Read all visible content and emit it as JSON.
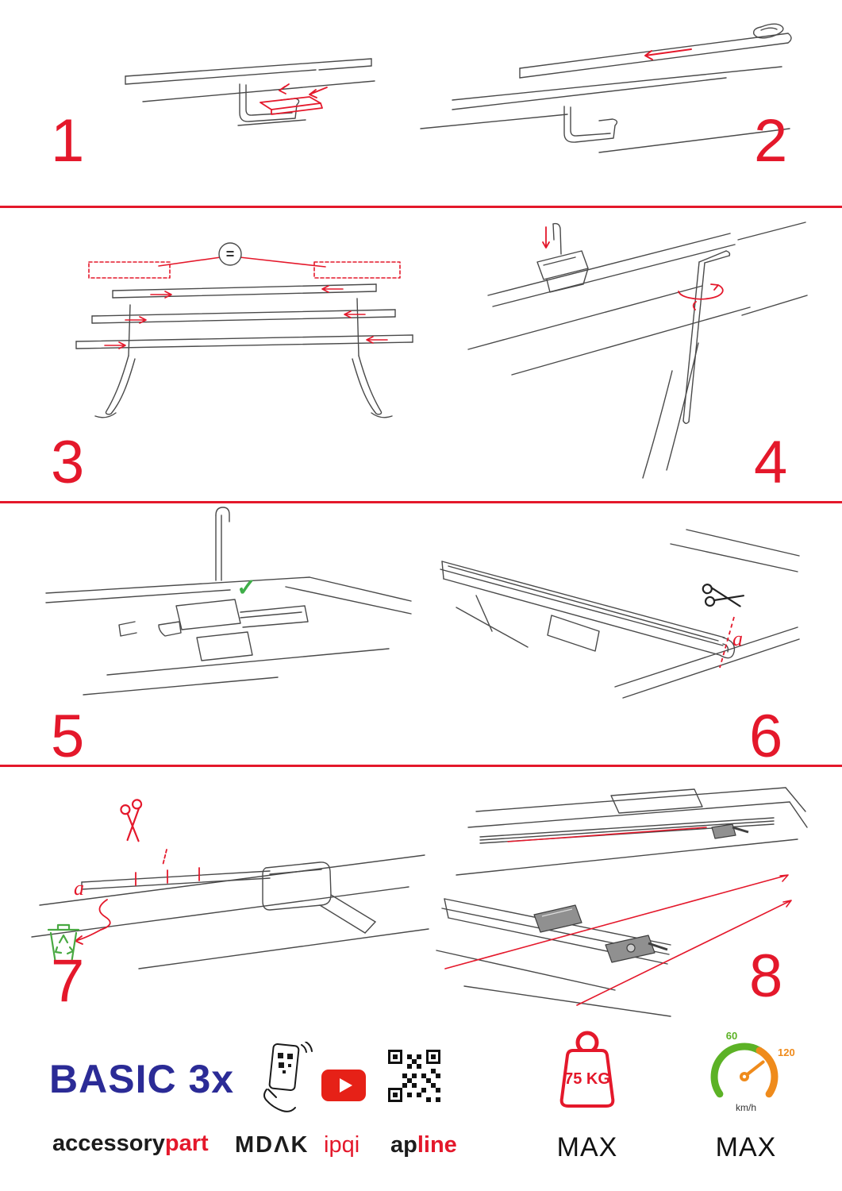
{
  "colors": {
    "accent_red": "#e4182b",
    "line_ink": "#4a4a4a",
    "brand_navy": "#2b2b96",
    "check_green": "#3fae49",
    "recycle_green": "#49a942",
    "gauge_green": "#5cb226",
    "gauge_orange": "#ef8b1c",
    "youtube_red": "#e62117"
  },
  "icons": [
    "scissors-icon",
    "check-icon",
    "recycle-bin-icon",
    "equal-spacing-badge",
    "phone-qr-icon",
    "youtube-icon",
    "qr-code-icon",
    "weight-max-icon",
    "speedometer-icon"
  ],
  "steps": [
    {
      "number": "1"
    },
    {
      "number": "2"
    },
    {
      "number": "3",
      "equal_sign": "="
    },
    {
      "number": "4"
    },
    {
      "number": "5",
      "check_mark": "✓"
    },
    {
      "number": "6",
      "cut_label": "a"
    },
    {
      "number": "7",
      "cut_label": "a"
    },
    {
      "number": "8"
    }
  ],
  "footer": {
    "product_name": "BASIC 3x",
    "brand": {
      "part1": "accessory",
      "part2": "part"
    },
    "partners": {
      "mdak": "MDΛK",
      "ipqi": "ipqi",
      "apline_part1": "ap",
      "apline_part2": "line"
    },
    "weight_limit": {
      "value": "75 KG",
      "label": "MAX"
    },
    "speed_limit": {
      "low": "60",
      "high": "120",
      "unit": "km/h",
      "label": "MAX"
    }
  }
}
